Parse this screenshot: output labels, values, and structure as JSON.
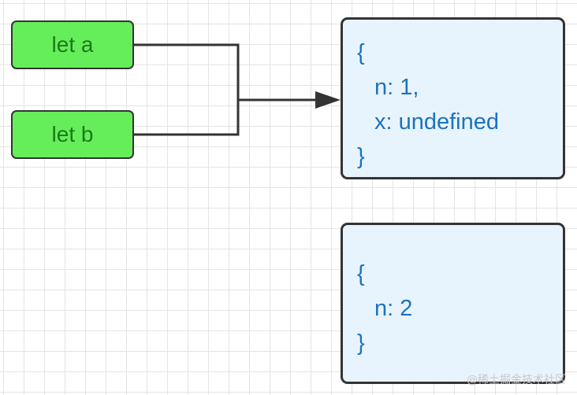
{
  "variables": [
    {
      "label": "let a"
    },
    {
      "label": "let b"
    }
  ],
  "objects": [
    {
      "lines": [
        "{",
        "n: 1,",
        "x: undefined",
        "}"
      ]
    },
    {
      "lines": [
        "{",
        "n: 2",
        "}"
      ]
    }
  ],
  "watermark": "@稀土掘金技术社区",
  "colors": {
    "variable_fill": "#66ee5a",
    "object_fill": "#e8f4fd",
    "object_text": "#1a73c0",
    "border": "#333333"
  }
}
